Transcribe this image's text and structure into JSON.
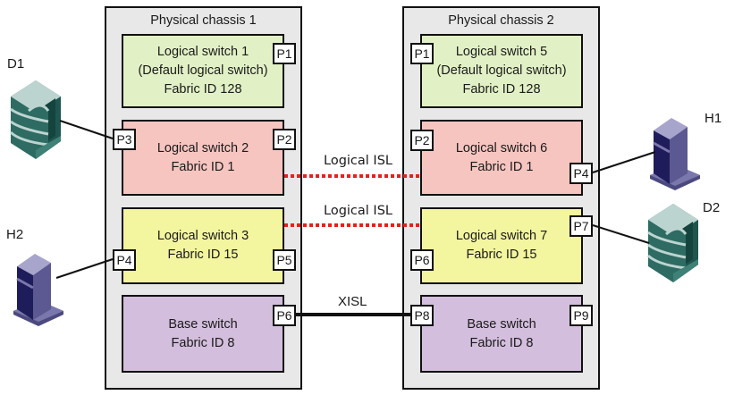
{
  "colors": {
    "chassis_bg": "#e8e8e8",
    "default_switch": "#e2f1c5",
    "fabric1_switch": "#f6c5c0",
    "fabric15_switch": "#f3f59f",
    "base_switch": "#d4bedd",
    "logical_isl": "#e8201c",
    "xisl": "#111111",
    "host": "#5b5892",
    "storage": "#2e6b63"
  },
  "chassis": [
    {
      "title": "Physical chassis 1",
      "switches": [
        {
          "lines": [
            "Logical switch 1",
            "(Default logical switch)",
            "Fabric ID 128"
          ],
          "ports": [
            "P1"
          ]
        },
        {
          "lines": [
            "Logical switch 2",
            "Fabric ID 1"
          ],
          "ports": [
            "P3",
            "P2"
          ]
        },
        {
          "lines": [
            "Logical switch 3",
            "Fabric ID 15"
          ],
          "ports": [
            "P4",
            "P5"
          ]
        },
        {
          "lines": [
            "Base switch",
            "Fabric ID 8"
          ],
          "ports": [
            "P6"
          ]
        }
      ]
    },
    {
      "title": "Physical chassis 2",
      "switches": [
        {
          "lines": [
            "Logical switch 5",
            "(Default logical switch)",
            "Fabric ID 128"
          ],
          "ports": [
            "P1"
          ]
        },
        {
          "lines": [
            "Logical switch 6",
            "Fabric ID 1"
          ],
          "ports": [
            "P2",
            "P4"
          ]
        },
        {
          "lines": [
            "Logical switch 7",
            "Fabric ID 15"
          ],
          "ports": [
            "P6",
            "P7"
          ]
        },
        {
          "lines": [
            "Base switch",
            "Fabric ID 8"
          ],
          "ports": [
            "P8",
            "P9"
          ]
        }
      ]
    }
  ],
  "links": {
    "logical_isl_1": "Logical ISL",
    "logical_isl_2": "Logical ISL",
    "xisl": "XISL"
  },
  "devices": {
    "d1": {
      "label": "D1",
      "type": "storage-icon"
    },
    "h2": {
      "label": "H2",
      "type": "host-icon"
    },
    "h1": {
      "label": "H1",
      "type": "host-icon"
    },
    "d2": {
      "label": "D2",
      "type": "storage-icon"
    }
  }
}
